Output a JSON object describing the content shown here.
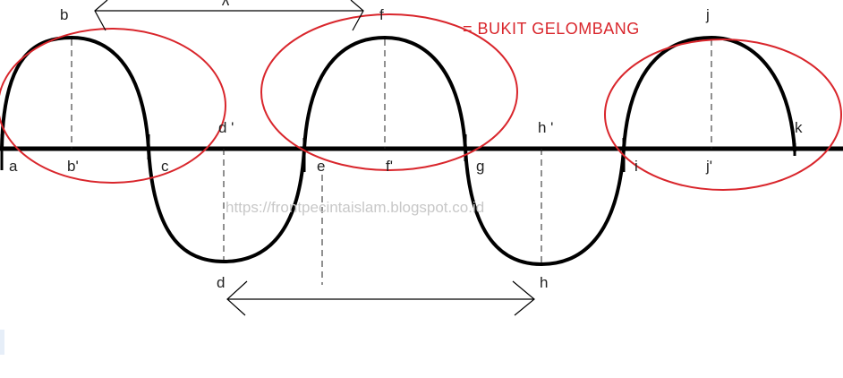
{
  "legend": {
    "text": "= BUKIT GELOMBANG",
    "color": "#d9262c"
  },
  "watermark": "https://frontpecintaislam.blogspot.co.id",
  "top_arrow_label": "λ",
  "points": {
    "a": "a",
    "b": "b",
    "b_prime": "b'",
    "c": "c",
    "d": "d",
    "d_prime": "d '",
    "e": "e",
    "f": "f",
    "f_prime": "f'",
    "g": "g",
    "h": "h",
    "h_prime": "h '",
    "i": "i",
    "j": "j",
    "j_prime": "j'",
    "k": "k"
  },
  "colors": {
    "wave": "#000000",
    "crest_ellipse": "#d9262c",
    "watermark": "#c8c8c8"
  }
}
